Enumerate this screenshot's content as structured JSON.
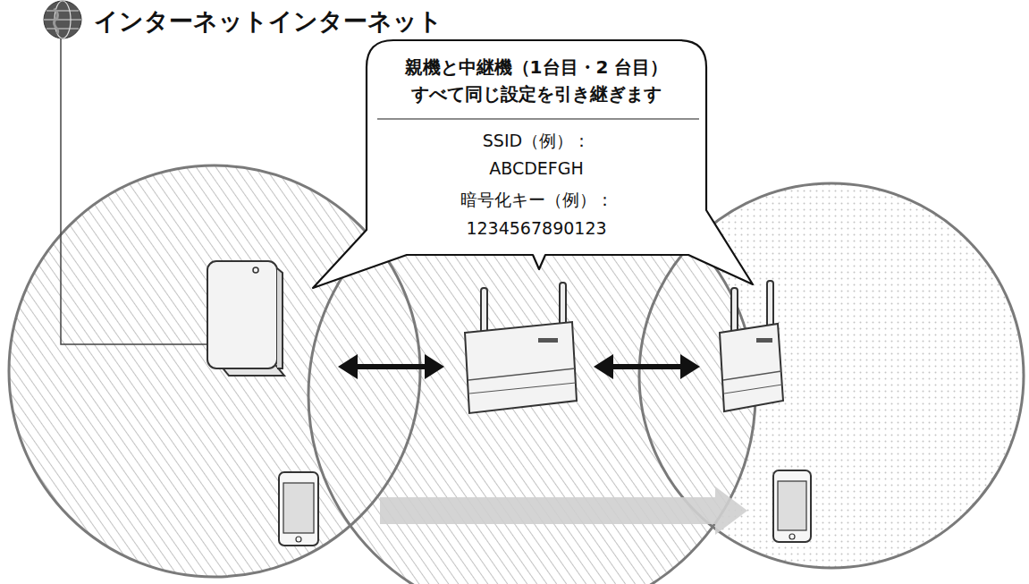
{
  "diagram": {
    "nodes": [
      {
        "text": [
          "親機と中継機（1台目・2 台目） すべて同じ設定を引き継ぎます",
          "SSID（例）：",
          "ABCDEFGH",
          "暗号化キー（例）：",
          "1234567890123"
        ]
      }
    ],
    "labels": [
      "インターネットインターネット"
    ]
  }
}
